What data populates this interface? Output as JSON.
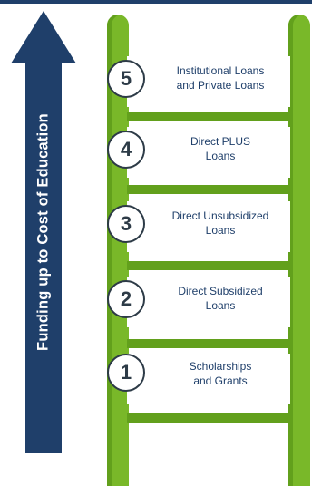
{
  "arrow": {
    "label": "Funding up to Cost of Education"
  },
  "colors": {
    "arrow": "#1f3f6a",
    "rail": "#79b829",
    "rung": "#62a01c",
    "number_ring": "#2d3b47",
    "text": "#1f3f6a"
  },
  "steps": [
    {
      "number": "5",
      "line1": "Institutional Loans",
      "line2": "and Private Loans"
    },
    {
      "number": "4",
      "line1": "Direct PLUS",
      "line2": "Loans"
    },
    {
      "number": "3",
      "line1": "Direct Unsubsidized",
      "line2": "Loans"
    },
    {
      "number": "2",
      "line1": "Direct Subsidized",
      "line2": "Loans"
    },
    {
      "number": "1",
      "line1": "Scholarships",
      "line2": "and Grants"
    }
  ]
}
